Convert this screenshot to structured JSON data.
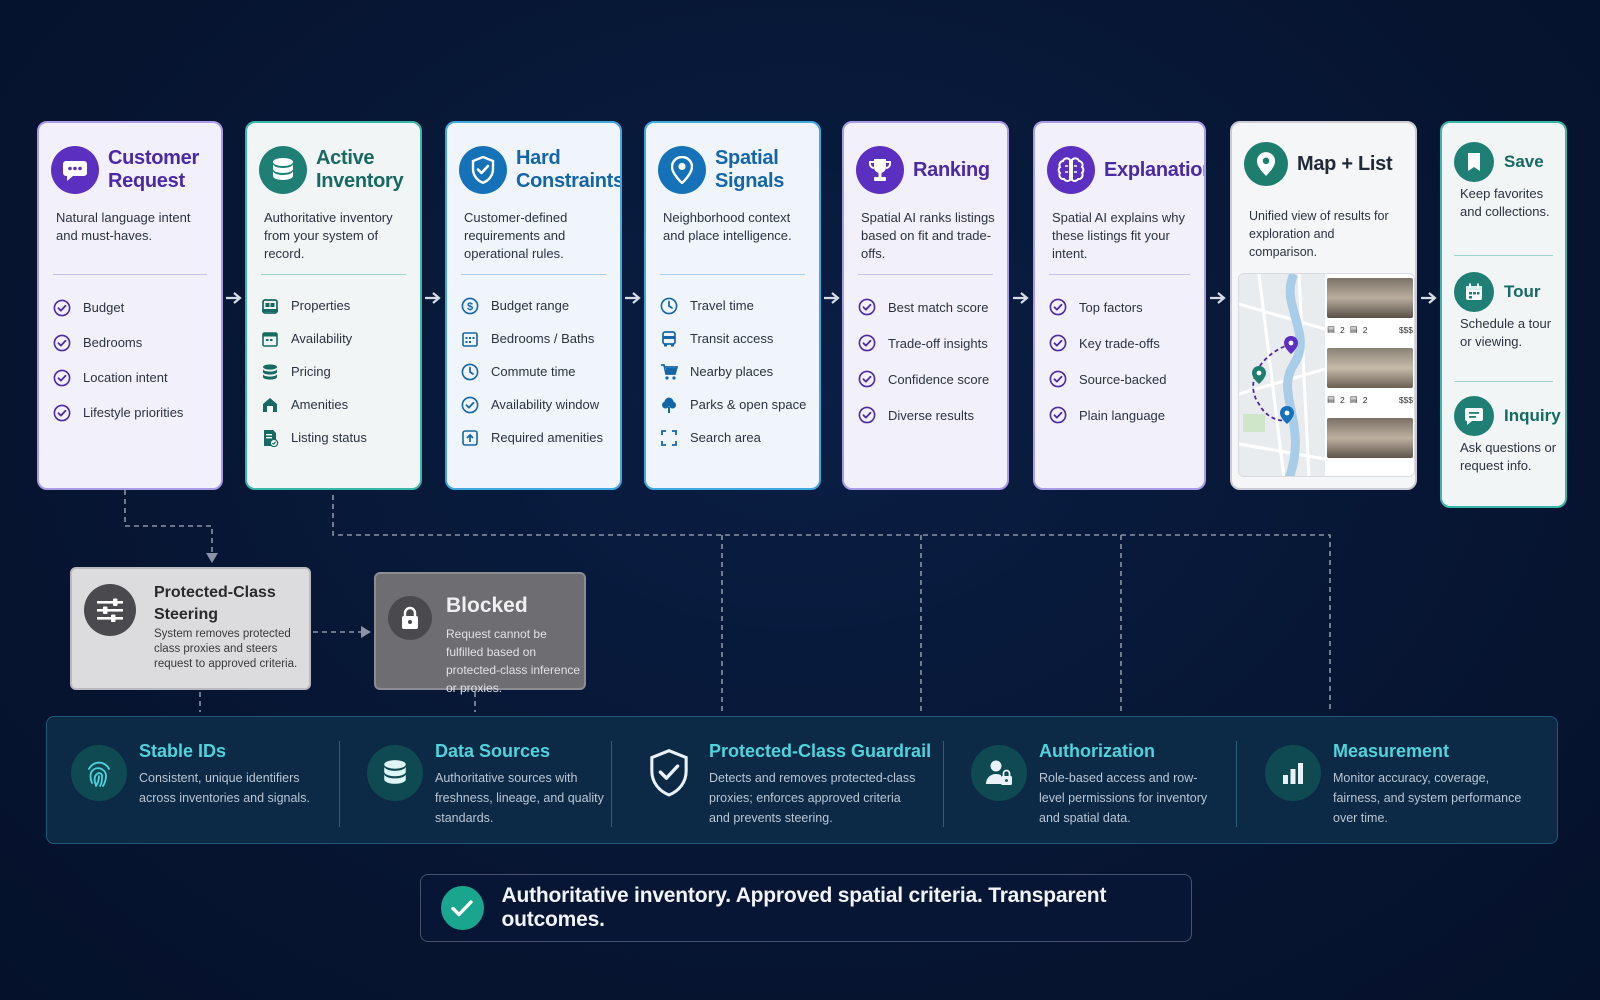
{
  "steps": [
    {
      "id": "customer",
      "title": "Customer Request",
      "description": "Natural language intent and must-haves.",
      "icon": "chat-bubble-icon",
      "items": [
        "Budget",
        "Bedrooms",
        "Location intent",
        "Lifestyle priorities"
      ]
    },
    {
      "id": "inventory",
      "title": "Active Inventory",
      "description": "Authoritative inventory from your system of record.",
      "icon": "database-icon",
      "items": [
        "Properties",
        "Availability",
        "Pricing",
        "Amenities",
        "Listing status"
      ]
    },
    {
      "id": "constraints",
      "title": "Hard Constraints",
      "description": "Customer-defined requirements and operational rules.",
      "icon": "shield-check-icon",
      "items": [
        "Budget range",
        "Bedrooms / Baths",
        "Commute time",
        "Availability window",
        "Required amenities"
      ]
    },
    {
      "id": "spatial",
      "title": "Spatial Signals",
      "description": "Neighborhood context and place intelligence.",
      "icon": "location-pin-icon",
      "items": [
        "Travel time",
        "Transit access",
        "Nearby places",
        "Parks & open space",
        "Search area"
      ]
    },
    {
      "id": "ranking",
      "title": "Ranking",
      "description": "Spatial AI ranks listings based on fit and trade-offs.",
      "icon": "trophy-icon",
      "items": [
        "Best match score",
        "Trade-off insights",
        "Confidence score",
        "Diverse results"
      ]
    },
    {
      "id": "explanation",
      "title": "Explanation",
      "description": "Spatial AI explains why these listings fit your intent.",
      "icon": "brain-icon",
      "items": [
        "Top factors",
        "Key trade-offs",
        "Source-backed",
        "Plain language"
      ]
    }
  ],
  "map_list": {
    "title": "Map + List",
    "description": "Unified view of results for exploration and comparison.",
    "listings": [
      {
        "beds": "2",
        "baths": "2",
        "price": "$$$"
      },
      {
        "beds": "2",
        "baths": "2",
        "price": "$$$"
      }
    ]
  },
  "actions": [
    {
      "title": "Save",
      "description": "Keep favorites and collections.",
      "icon": "bookmark-icon"
    },
    {
      "title": "Tour",
      "description": "Schedule a tour or viewing.",
      "icon": "calendar-icon"
    },
    {
      "title": "Inquiry",
      "description": "Ask questions or request info.",
      "icon": "message-icon"
    }
  ],
  "steering": {
    "title": "Protected-Class Steering",
    "description": "System removes protected class proxies and steers request to approved criteria."
  },
  "blocked": {
    "title": "Blocked",
    "description": "Request cannot be fulfilled based on protected-class inference or proxies."
  },
  "foundation": [
    {
      "title": "Stable IDs",
      "description": "Consistent, unique identifiers across inventories and signals.",
      "icon": "fingerprint-icon"
    },
    {
      "title": "Data Sources",
      "description": "Authoritative sources with freshness, lineage, and quality standards.",
      "icon": "database-icon"
    },
    {
      "title": "Protected-Class Guardrail",
      "description": "Detects and removes protected-class proxies; enforces approved criteria and prevents steering.",
      "icon": "shield-check-icon"
    },
    {
      "title": "Authorization",
      "description": "Role-based access and row-level permissions for inventory and spatial data.",
      "icon": "user-lock-icon"
    },
    {
      "title": "Measurement",
      "description": "Monitor accuracy, coverage, fairness, and system performance over time.",
      "icon": "bar-chart-icon"
    }
  ],
  "tagline": "Authoritative inventory. Approved spatial criteria. Transparent outcomes.",
  "colors": {
    "purple": "#5b2fc0",
    "teal": "#1f7f74",
    "blue": "#1572b8",
    "accent": "#4fd3dd",
    "background": "#071634"
  }
}
